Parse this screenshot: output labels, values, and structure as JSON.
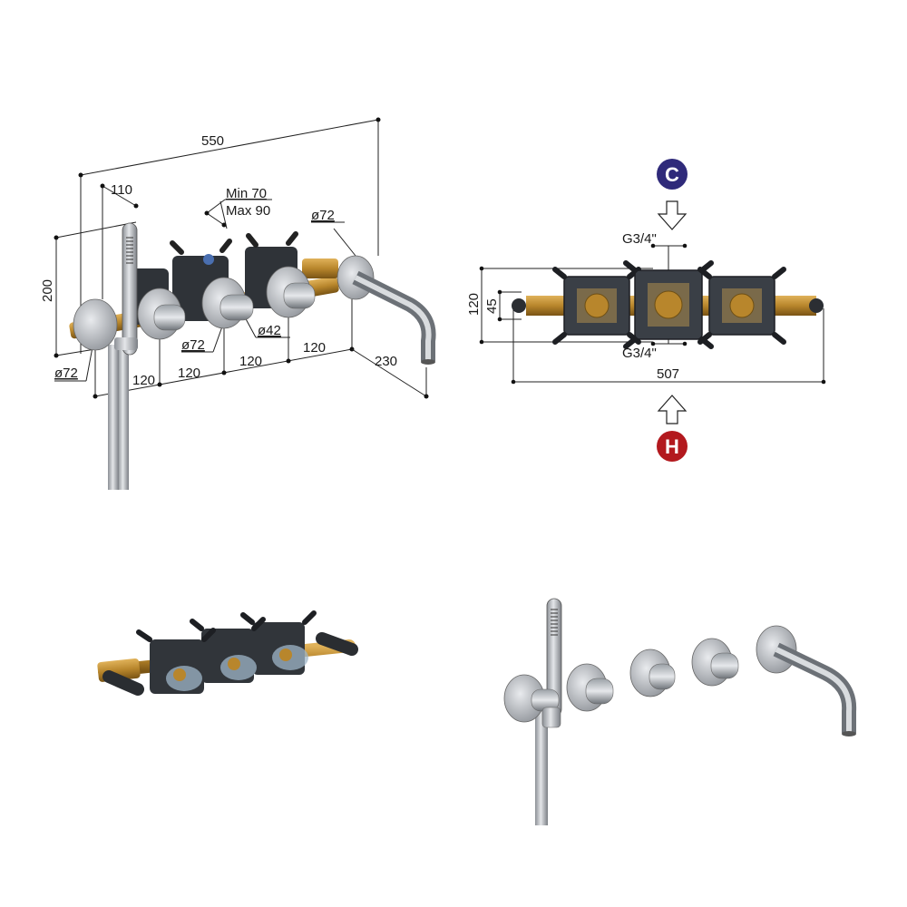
{
  "iso_dimensions": {
    "overall_width": "550",
    "handshower_offset": "110",
    "depth_min": "Min 70",
    "depth_max": "Max 90",
    "rosette_spout": "ø72",
    "height": "200",
    "rosette_left": "ø72",
    "rosette_mid": "ø72",
    "knob": "ø42",
    "spacing_1": "120",
    "spacing_2": "120",
    "spacing_3": "120",
    "spacing_4": "120",
    "spout_length": "230"
  },
  "top_view": {
    "cold_label": "C",
    "hot_label": "H",
    "thread_top": "G3/4\"",
    "thread_bottom": "G3/4\"",
    "height_outer": "120",
    "height_inner": "45",
    "total_width": "507",
    "colors": {
      "cold": "#2f2a7a",
      "hot": "#b3191e",
      "brass": "#b8862c",
      "box": "#3a3f46"
    }
  }
}
